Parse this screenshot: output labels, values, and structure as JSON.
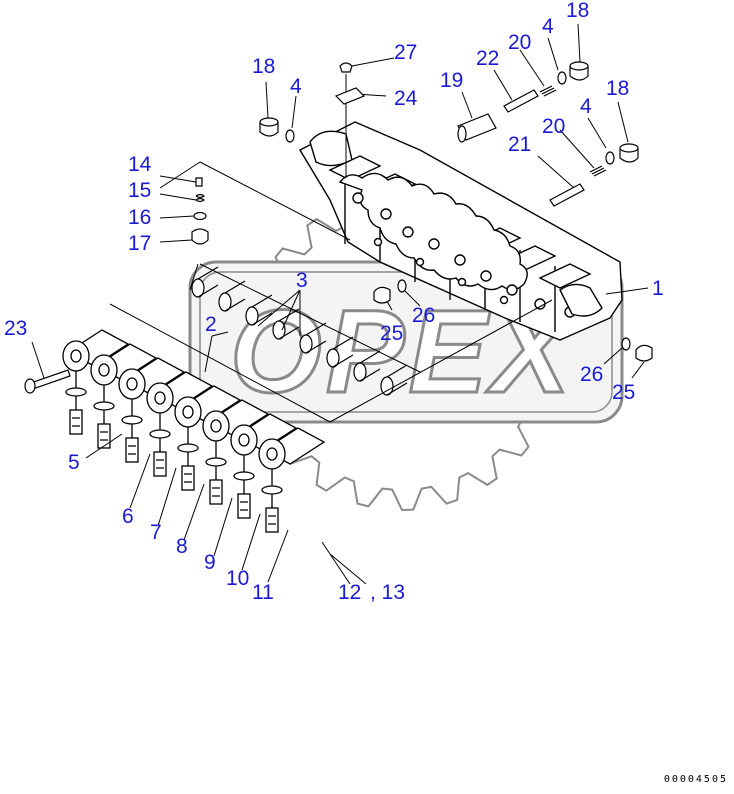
{
  "colors": {
    "callout": "#1a1ad6",
    "line": "#000000",
    "watermark": "#8a8a8a",
    "watermark_fill": "#f4f4f4"
  },
  "watermark": {
    "text": "OPEX"
  },
  "doc_number": "00004505",
  "callouts": [
    {
      "id": "c1",
      "text": "1"
    },
    {
      "id": "c2",
      "text": "2"
    },
    {
      "id": "c3",
      "text": "3"
    },
    {
      "id": "c4a",
      "text": "4"
    },
    {
      "id": "c4b",
      "text": "4"
    },
    {
      "id": "c4c",
      "text": "4"
    },
    {
      "id": "c5",
      "text": "5"
    },
    {
      "id": "c6",
      "text": "6"
    },
    {
      "id": "c7",
      "text": "7"
    },
    {
      "id": "c8",
      "text": "8"
    },
    {
      "id": "c9",
      "text": "9"
    },
    {
      "id": "c10",
      "text": "10"
    },
    {
      "id": "c11",
      "text": "11"
    },
    {
      "id": "c12",
      "text": "12"
    },
    {
      "id": "c13",
      "text": ", 13"
    },
    {
      "id": "c14",
      "text": "14"
    },
    {
      "id": "c15",
      "text": "15"
    },
    {
      "id": "c16",
      "text": "16"
    },
    {
      "id": "c17",
      "text": "17"
    },
    {
      "id": "c18a",
      "text": "18"
    },
    {
      "id": "c18b",
      "text": "18"
    },
    {
      "id": "c18c",
      "text": "18"
    },
    {
      "id": "c19",
      "text": "19"
    },
    {
      "id": "c20a",
      "text": "20"
    },
    {
      "id": "c20b",
      "text": "20"
    },
    {
      "id": "c21",
      "text": "21"
    },
    {
      "id": "c22",
      "text": "22"
    },
    {
      "id": "c23",
      "text": "23"
    },
    {
      "id": "c24",
      "text": "24"
    },
    {
      "id": "c25a",
      "text": "25"
    },
    {
      "id": "c25b",
      "text": "25"
    },
    {
      "id": "c26a",
      "text": "26"
    },
    {
      "id": "c26b",
      "text": "26"
    },
    {
      "id": "c27",
      "text": "27"
    }
  ]
}
